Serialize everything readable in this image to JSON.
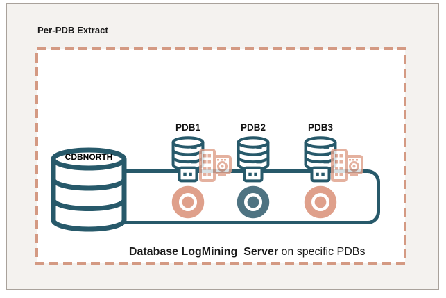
{
  "diagram": {
    "title": "Per-PDB Extract",
    "cdb_label": "CDBNORTH",
    "pdbs": [
      {
        "label": "PDB1",
        "donut_color": "#dfa08b",
        "has_extract": true
      },
      {
        "label": "PDB2",
        "donut_color": "#4e7382",
        "has_extract": false
      },
      {
        "label": "PDB3",
        "donut_color": "#dfa08b",
        "has_extract": true
      }
    ],
    "caption": {
      "bold": "Database LogMining  Server",
      "regular": " on specific PDBs"
    },
    "icons": {
      "cdb": "database-cylinder-icon",
      "pdb": "database-stack-icon",
      "extract": "extract-process-icon",
      "capture": "capture-donut-icon"
    },
    "colors": {
      "teal": "#27596a",
      "salmon": "#dfa08b",
      "donut_teal": "#4e7382",
      "dashed_border": "#d49a83",
      "window_bg": "#f4f2ef",
      "window_border": "#a9a29b"
    }
  }
}
